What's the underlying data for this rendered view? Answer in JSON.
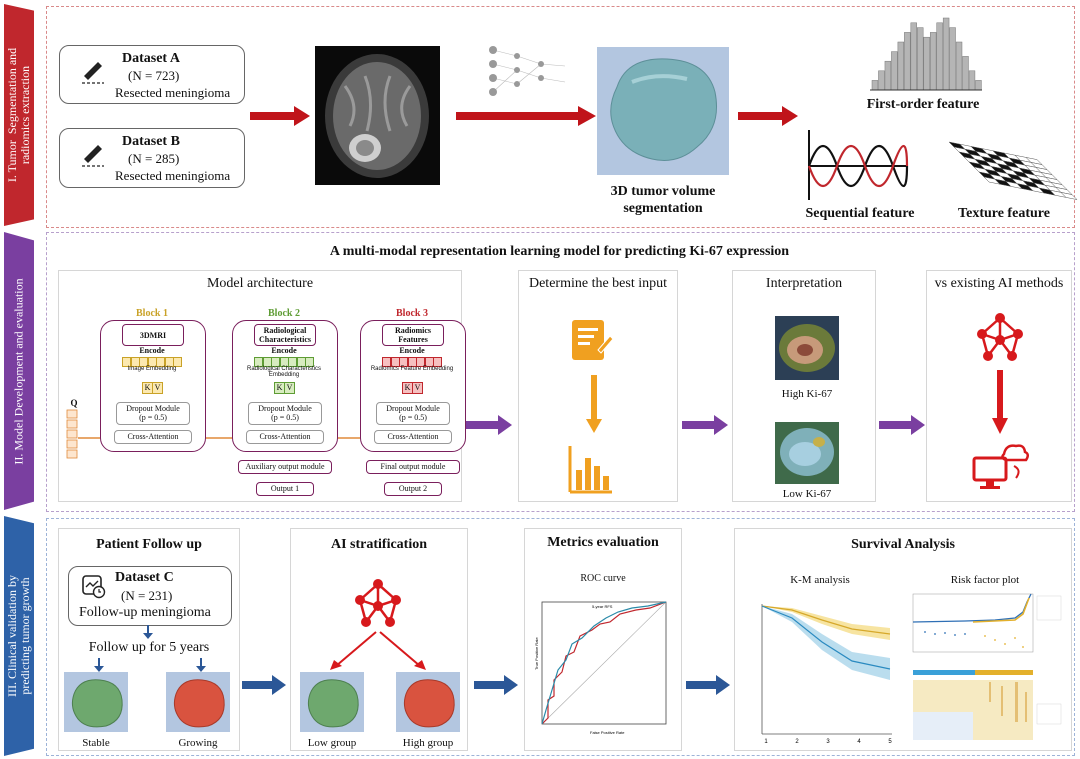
{
  "section1": {
    "sidebar_label": "I. Tumor  Segmentation and\nradiomics extraction",
    "dataset_a": {
      "name": "Dataset A",
      "n": "(N = 723)",
      "desc": "Resected meningioma"
    },
    "dataset_b": {
      "name": "Dataset B",
      "n": "(N = 285)",
      "desc": "Resected meningioma"
    },
    "segmentation_label": "3D tumor volume\nsegmentation",
    "first_order_label": "First-order feature",
    "sequential_label": "Sequential feature",
    "texture_label": "Texture feature",
    "histogram_values": [
      2,
      4,
      6,
      8,
      10,
      12,
      14,
      13,
      11,
      12,
      14,
      15,
      13,
      10,
      7,
      4,
      2
    ]
  },
  "section2": {
    "sidebar_label": "II. Model Development and evaluation",
    "title": "A multi-modal representation learning model for predicting Ki-67 expression",
    "architecture": {
      "title": "Model architecture",
      "blocks": [
        {
          "title": "Block 1",
          "color": "#c9a227",
          "input": "3DMRI",
          "embedding": "Image Embedding",
          "final_module": ""
        },
        {
          "title": "Block 2",
          "color": "#5e9c34",
          "input": "Radiological\nCharacteristics",
          "embedding": "Radiological Characteristics Embedding",
          "final_module": "Auxiliary output module",
          "output": "Output 1"
        },
        {
          "title": "Block 3",
          "color": "#c0272d",
          "input": "Radiomics\nFeatures",
          "embedding": "Radiomics Feature Embedding",
          "final_module": "Final output module",
          "output": "Output 2"
        }
      ],
      "encode": "Encode",
      "k": "K",
      "v": "V",
      "dropout": "Dropout Module",
      "dropout_p": "(p = 0.5)",
      "cross_attention": "Cross-Attention",
      "q": "Q"
    },
    "best_input_title": "Determine the best input",
    "interpretation_title": "Interpretation",
    "high_ki67": "High Ki-67",
    "low_ki67": "Low Ki-67",
    "existing_ai_title": "vs existing AI methods"
  },
  "section3": {
    "sidebar_label": "III. Clinical validation by\npredicting tumor growth",
    "follow_up": {
      "title": "Patient Follow up",
      "dataset_name": "Dataset C",
      "dataset_n": "(N = 231)",
      "dataset_desc": "Follow-up  meningioma",
      "years": "Follow up for 5 years",
      "stable": "Stable",
      "growing": "Growing"
    },
    "ai_stratification": {
      "title": "AI stratification",
      "low": "Low group",
      "high": "High group"
    },
    "metrics": {
      "title": "Metrics evaluation",
      "roc_title": "ROC curve",
      "roc_inner": "5-year RFS",
      "ylabel": "True Positive Rate",
      "xlabel": "False Positive Rate"
    },
    "survival": {
      "title": "Survival Analysis",
      "km_title": "K-M analysis",
      "risk_title": "Risk factor plot",
      "km_xticks": [
        "1",
        "2",
        "3",
        "4",
        "5"
      ]
    }
  },
  "colors": {
    "red_arrow": "#c0141a",
    "purple_arrow": "#7a3fa0",
    "blue_arrow": "#2b5797",
    "sidebar1": "#c0272d",
    "sidebar2": "#7a3fa0",
    "sidebar3": "#2e62a8",
    "orange_icon": "#f0a020",
    "red_icon": "#d7191c"
  }
}
